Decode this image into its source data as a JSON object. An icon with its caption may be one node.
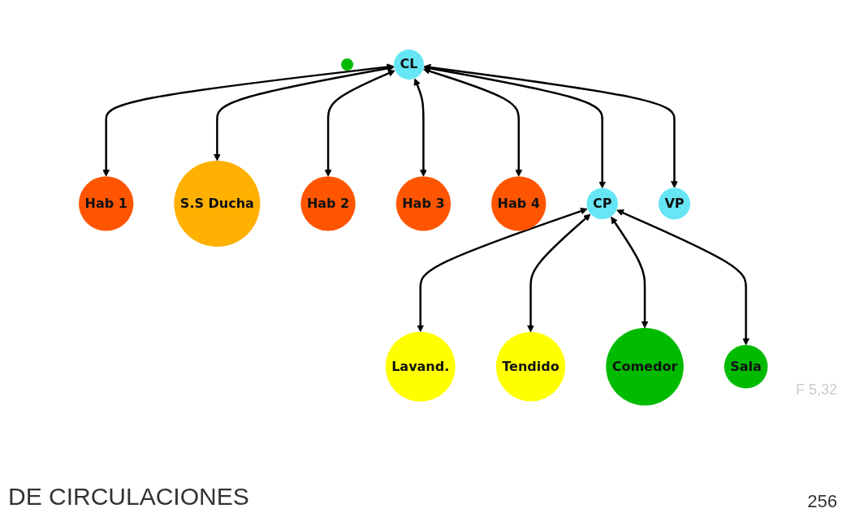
{
  "diagram": {
    "nodes": [
      {
        "text": [],
        "shape": "circle"
      },
      {
        "text": [
          "Hab 1"
        ]
      },
      {
        "text": [
          "S.S Ducha"
        ]
      },
      {
        "text": [
          "Hab 2"
        ]
      },
      {
        "text": [
          "CL"
        ]
      },
      {
        "text": [
          "Hab 3"
        ]
      },
      {
        "text": [
          "Hab 4"
        ]
      },
      {
        "text": [
          "Lavand."
        ]
      },
      {
        "text": [
          "Tendido"
        ]
      },
      {
        "text": [
          "Comedor"
        ]
      },
      {
        "text": [
          "CP"
        ]
      },
      {
        "text": [
          "Sala"
        ]
      },
      {
        "text": [
          "VP"
        ]
      }
    ],
    "edges": [
      {
        "from": 1,
        "to": 4,
        "arrow": "both"
      },
      {
        "from": 2,
        "to": 4,
        "arrow": "both"
      },
      {
        "from": 3,
        "to": 4,
        "arrow": "both"
      },
      {
        "from": 5,
        "to": 4,
        "arrow": "both"
      },
      {
        "from": 6,
        "to": 4,
        "arrow": "both"
      },
      {
        "from": 4,
        "to": 10,
        "arrow": "both"
      },
      {
        "from": 4,
        "to": 12,
        "arrow": "both"
      },
      {
        "from": 7,
        "to": 10,
        "arrow": "both"
      },
      {
        "from": 8,
        "to": 10,
        "arrow": "both"
      },
      {
        "from": 9,
        "to": 10,
        "arrow": "both"
      },
      {
        "from": 11,
        "to": 10,
        "arrow": "both"
      }
    ],
    "labels": [
      "DE CIRCULACIONES",
      "F 5,32",
      "256"
    ]
  }
}
